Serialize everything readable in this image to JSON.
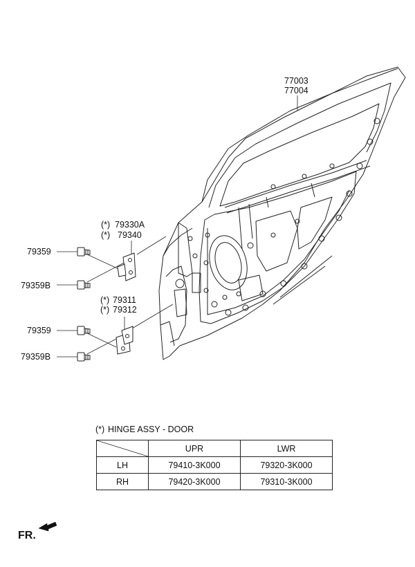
{
  "labels": {
    "door_part_1": "77003",
    "door_part_2": "77004",
    "upper_hinge_1_mark": "(*)",
    "upper_hinge_1": "79330A",
    "upper_hinge_2_mark": "(*)",
    "upper_hinge_2": "79340",
    "upper_bolt_a": "79359",
    "upper_bolt_b": "79359B",
    "lower_hinge_1_mark": "(*)",
    "lower_hinge_1": "79311",
    "lower_hinge_2_mark": "(*)",
    "lower_hinge_2": "79312",
    "lower_bolt_a": "79359",
    "lower_bolt_b": "79359B"
  },
  "note": {
    "mark": "(*)",
    "text": "HINGE ASSY - DOOR"
  },
  "table": {
    "columns": [
      "",
      "UPR",
      "LWR"
    ],
    "rows": [
      {
        "side": "LH",
        "upr": "79410-3K000",
        "lwr": "79320-3K000"
      },
      {
        "side": "RH",
        "upr": "79420-3K000",
        "lwr": "79310-3K000"
      }
    ]
  },
  "direction": {
    "label": "FR."
  }
}
